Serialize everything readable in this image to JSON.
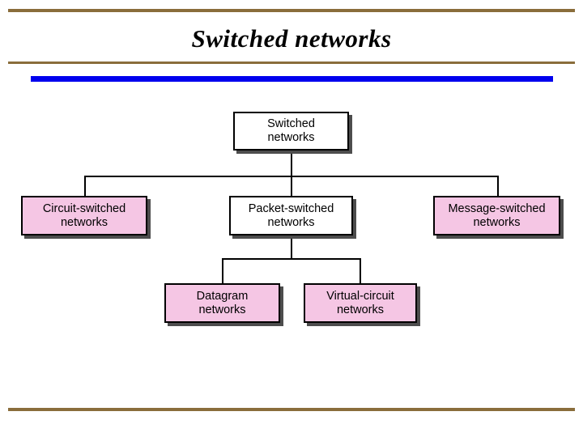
{
  "slide": {
    "title": "Switched networks",
    "colors": {
      "rule_brown": "#8a6d3b",
      "rule_blue": "#0000ee",
      "node_white": "#ffffff",
      "node_pink": "#f5c6e4",
      "node_border": "#000000",
      "node_shadow": "#4d4d4d",
      "text": "#000000"
    }
  },
  "diagram": {
    "type": "tree",
    "nodes": [
      {
        "id": "root",
        "line1": "Switched",
        "line2": "networks",
        "fill": "white"
      },
      {
        "id": "circuit",
        "line1": "Circuit-switched",
        "line2": "networks",
        "fill": "pink"
      },
      {
        "id": "packet",
        "line1": "Packet-switched",
        "line2": "networks",
        "fill": "white"
      },
      {
        "id": "message",
        "line1": "Message-switched",
        "line2": "networks",
        "fill": "pink"
      },
      {
        "id": "datagram",
        "line1": "Datagram",
        "line2": "networks",
        "fill": "pink"
      },
      {
        "id": "virtual",
        "line1": "Virtual-circuit",
        "line2": "networks",
        "fill": "pink"
      }
    ],
    "edges": [
      {
        "from": "root",
        "to": "circuit"
      },
      {
        "from": "root",
        "to": "packet"
      },
      {
        "from": "root",
        "to": "message"
      },
      {
        "from": "packet",
        "to": "datagram"
      },
      {
        "from": "packet",
        "to": "virtual"
      }
    ]
  }
}
